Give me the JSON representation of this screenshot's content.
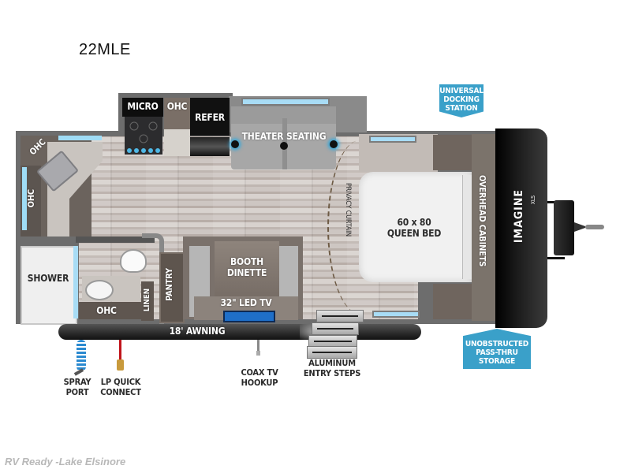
{
  "model": {
    "title": "22MLE"
  },
  "brand": {
    "logo_text": "IMAGINE",
    "logo_sub": "XLS"
  },
  "rooms": {
    "kitchen": {
      "micro": "MICRO",
      "ohc_top": "OHC",
      "refer": "REFER",
      "ohc_corner": "OHC",
      "ohc_side": "OHC"
    },
    "living": {
      "theater_seating": "THEATER SEATING",
      "booth_dinette_line1": "BOOTH",
      "booth_dinette_line2": "DINETTE",
      "tv": "32\" LED TV",
      "pantry": "PANTRY"
    },
    "bathroom": {
      "shower": "SHOWER",
      "ohc": "OHC",
      "linen": "LINEN"
    },
    "bedroom": {
      "bed_size": "60 x 80",
      "bed_type": "QUEEN BED",
      "privacy_curtain": "PRIVACY CURTAIN",
      "overhead_cabinets": "OVERHEAD CABINETS"
    }
  },
  "exterior": {
    "awning": "18' AWNING",
    "spray_port_line1": "SPRAY",
    "spray_port_line2": "PORT",
    "lp_line1": "LP QUICK",
    "lp_line2": "CONNECT",
    "coax_line1": "COAX TV",
    "coax_line2": "HOOKUP",
    "steps_line1": "ALUMINUM",
    "steps_line2": "ENTRY STEPS"
  },
  "callouts": {
    "docking_line1": "UNIVERSAL",
    "docking_line2": "DOCKING",
    "docking_line3": "STATION",
    "storage_line1": "UNOBSTRUCTED",
    "storage_line2": "PASS-THRU",
    "storage_line3": "STORAGE"
  },
  "colors": {
    "callout_blue": "#3aa0c9",
    "led_blue": "#a8dcf5",
    "tv_blue": "#1f6fc9",
    "lp_red": "#c0141b",
    "spray_blue": "#2b8ad0"
  },
  "watermark": {
    "text": "RV Ready -Lake Elsinore"
  }
}
